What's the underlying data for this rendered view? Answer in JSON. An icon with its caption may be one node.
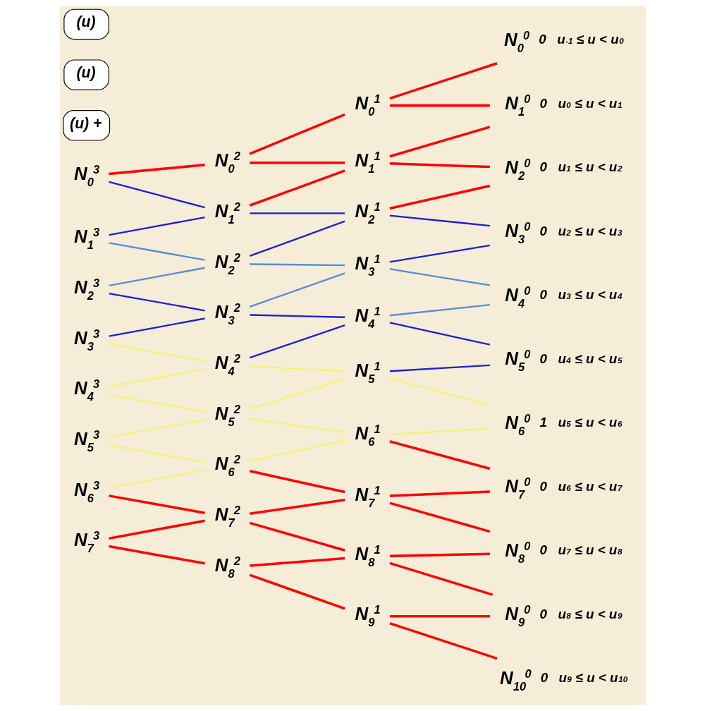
{
  "diagram": {
    "nodes": [
      {
        "text": [
          "N$_{0}$$^{3}$"
        ]
      },
      {
        "text": [
          "N$_{1}$$^{3}$"
        ]
      },
      {
        "text": [
          "N$_{2}$$^{3}$"
        ]
      },
      {
        "text": [
          "N$_{3}$$^{3}$"
        ]
      },
      {
        "text": [
          "N$_{4}$$^{3}$"
        ]
      },
      {
        "text": [
          "N$_{5}$$^{3}$"
        ]
      },
      {
        "text": [
          "N$_{6}$$^{3}$"
        ]
      },
      {
        "text": [
          "N$_{7}$$^{3}$"
        ]
      },
      {
        "text": [
          "N$_{0}$$^{2}$"
        ]
      },
      {
        "text": [
          "N$_{1}$$^{2}$"
        ]
      },
      {
        "text": [
          "N$_{2}$$^{2}$"
        ]
      },
      {
        "text": [
          "N$_{3}$$^{2}$"
        ]
      },
      {
        "text": [
          "N$_{4}$$^{2}$"
        ]
      },
      {
        "text": [
          "N$_{5}$$^{2}$"
        ]
      },
      {
        "text": [
          "N$_{6}$$^{2}$"
        ]
      },
      {
        "text": [
          "N$_{7}$$^{2}$"
        ]
      },
      {
        "text": [
          "N$_{8}$$^{2}$"
        ]
      },
      {
        "text": [
          "N$_{0}$$^{1}$"
        ]
      },
      {
        "text": [
          "N$_{1}$$^{1}$"
        ]
      },
      {
        "text": [
          "N$_{2}$$^{1}$"
        ]
      },
      {
        "text": [
          "N$_{3}$$^{1}$"
        ]
      },
      {
        "text": [
          "N$_{4}$$^{1}$"
        ]
      },
      {
        "text": [
          "N$_{5}$$^{1}$"
        ]
      },
      {
        "text": [
          "N$_{6}$$^{1}$"
        ]
      },
      {
        "text": [
          "N$_{7}$$^{1}$"
        ]
      },
      {
        "text": [
          "N$_{8}$$^{1}$"
        ]
      },
      {
        "text": [
          "N$_{9}$$^{1}$"
        ]
      },
      {
        "text": [
          "N$_{0}$$^{0}$"
        ],
        "beside": [
          "0",
          "u$_{-1}$ ≤ u < u$_{0}$"
        ]
      },
      {
        "text": [
          "N$_{1}$$^{0}$"
        ],
        "beside": [
          "0",
          "u$_{0}$ ≤ u < u$_{1}$"
        ]
      },
      {
        "text": [
          "N$_{2}$$^{0}$"
        ],
        "beside": [
          "0",
          "u$_{1}$ ≤ u < u$_{2}$"
        ]
      },
      {
        "text": [
          "N$_{3}$$^{0}$"
        ],
        "beside": [
          "0",
          "u$_{2}$ ≤ u < u$_{3}$"
        ]
      },
      {
        "text": [
          "N$_{4}$$^{0}$"
        ],
        "beside": [
          "0",
          "u$_{3}$ ≤ u < u$_{4}$"
        ]
      },
      {
        "text": [
          "N$_{5}$$^{0}$"
        ],
        "beside": [
          "0",
          "u$_{4}$ ≤ u < u$_{5}$"
        ]
      },
      {
        "text": [
          "N$_{6}$$^{0}$"
        ],
        "beside": [
          "1",
          "u$_{5}$ ≤ u < u$_{6}$"
        ]
      },
      {
        "text": [
          "N$_{7}$$^{0}$"
        ],
        "beside": [
          "0",
          "u$_{6}$ ≤ u < u$_{7}$"
        ]
      },
      {
        "text": [
          "N$_{8}$$^{0}$"
        ],
        "beside": [
          "0",
          "u$_{7}$ ≤ u < u$_{8}$"
        ]
      },
      {
        "text": [
          "N$_{9}$$^{0}$"
        ],
        "beside": [
          "0",
          "u$_{8}$ ≤ u < u$_{9}$"
        ]
      },
      {
        "text": [
          "N$_{10}$$^{0}$"
        ],
        "beside": [
          "0",
          "u$_{9}$ ≤ u < u$_{10}$"
        ]
      }
    ],
    "edges": [
      {
        "from": 0,
        "to": 8,
        "arrow": "none"
      },
      {
        "from": 0,
        "to": 9,
        "arrow": "none",
        "color": "#1f1fd0"
      },
      {
        "from": 1,
        "to": 9,
        "arrow": "none",
        "color": "#1f1fd0"
      },
      {
        "from": 1,
        "to": 10,
        "arrow": "none",
        "color": "#5b8ccf"
      },
      {
        "from": 2,
        "to": 10,
        "arrow": "none",
        "color": "#5b8ccf"
      },
      {
        "from": 2,
        "to": 11,
        "arrow": "none",
        "color": "#1f1fd0"
      },
      {
        "from": 3,
        "to": 11,
        "arrow": "none",
        "color": "#1f1fd0"
      },
      {
        "from": 3,
        "to": 12,
        "arrow": "none",
        "color": "#f5f07a"
      },
      {
        "from": 4,
        "to": 12,
        "arrow": "none",
        "color": "#f5f07a"
      },
      {
        "from": 4,
        "to": 13,
        "arrow": "none",
        "color": "#f5f07a"
      },
      {
        "from": 5,
        "to": 13,
        "arrow": "none",
        "color": "#f5f07a"
      },
      {
        "from": 5,
        "to": 14,
        "arrow": "none",
        "color": "#f5f07a"
      },
      {
        "from": 6,
        "to": 14,
        "arrow": "none",
        "color": "#f5f07a"
      },
      {
        "from": 6,
        "to": 15,
        "arrow": "none"
      },
      {
        "from": 7,
        "to": 15,
        "arrow": "none"
      },
      {
        "from": 7,
        "to": 16,
        "arrow": "none"
      },
      {
        "from": 8,
        "to": 17,
        "arrow": "none"
      },
      {
        "from": 8,
        "to": 18,
        "arrow": "none"
      },
      {
        "from": 9,
        "to": 18,
        "arrow": "none"
      },
      {
        "from": 9,
        "to": 19,
        "arrow": "none",
        "color": "#1f1fd0"
      },
      {
        "from": 10,
        "to": 19,
        "arrow": "none",
        "color": "#1f1fd0"
      },
      {
        "from": 10,
        "to": 20,
        "arrow": "none",
        "color": "#5b8ccf"
      },
      {
        "from": 11,
        "to": 20,
        "arrow": "none",
        "color": "#5b8ccf"
      },
      {
        "from": 11,
        "to": 21,
        "arrow": "none",
        "color": "#1f1fd0"
      },
      {
        "from": 12,
        "to": 21,
        "arrow": "none",
        "color": "#1f1fd0"
      },
      {
        "from": 12,
        "to": 22,
        "arrow": "none",
        "color": "#f5f07a"
      },
      {
        "from": 13,
        "to": 22,
        "arrow": "none",
        "color": "#f5f07a"
      },
      {
        "from": 13,
        "to": 23,
        "arrow": "none",
        "color": "#f5f07a"
      },
      {
        "from": 14,
        "to": 23,
        "arrow": "none",
        "color": "#f5f07a"
      },
      {
        "from": 14,
        "to": 24,
        "arrow": "none"
      },
      {
        "from": 15,
        "to": 24,
        "arrow": "none"
      },
      {
        "from": 15,
        "to": 25,
        "arrow": "none"
      },
      {
        "from": 16,
        "to": 25,
        "arrow": "none"
      },
      {
        "from": 16,
        "to": 26,
        "arrow": "none"
      },
      {
        "from": 17,
        "to": 27,
        "arrow": "none"
      },
      {
        "from": 17,
        "to": 28,
        "arrow": "none"
      },
      {
        "from": 18,
        "to": 28,
        "arrow": "none"
      },
      {
        "from": 18,
        "to": 29,
        "arrow": "none"
      },
      {
        "from": 19,
        "to": 29,
        "arrow": "none"
      },
      {
        "from": 19,
        "to": 30,
        "arrow": "none",
        "color": "#1f1fd0"
      },
      {
        "from": 20,
        "to": 30,
        "arrow": "none",
        "color": "#1f1fd0"
      },
      {
        "from": 20,
        "to": 31,
        "arrow": "none",
        "color": "#5b8ccf"
      },
      {
        "from": 21,
        "to": 31,
        "arrow": "none",
        "color": "#5b8ccf"
      },
      {
        "from": 21,
        "to": 32,
        "arrow": "none",
        "color": "#1f1fd0"
      },
      {
        "from": 22,
        "to": 32,
        "arrow": "none",
        "color": "#1f1fd0"
      },
      {
        "from": 22,
        "to": 33,
        "arrow": "none",
        "color": "#f5f07a"
      },
      {
        "from": 23,
        "to": 33,
        "arrow": "none",
        "color": "#f5f07a"
      },
      {
        "from": 23,
        "to": 34,
        "arrow": "none"
      },
      {
        "from": 24,
        "to": 34,
        "arrow": "none"
      },
      {
        "from": 24,
        "to": 35,
        "arrow": "none"
      },
      {
        "from": 25,
        "to": 35,
        "arrow": "none"
      },
      {
        "from": 25,
        "to": 36,
        "arrow": "none"
      },
      {
        "from": 26,
        "to": 36,
        "arrow": "none"
      },
      {
        "from": 26,
        "to": 37,
        "arrow": "none"
      }
    ],
    "labels": [
      "(u) +",
      "(u)",
      "(u)"
    ]
  }
}
